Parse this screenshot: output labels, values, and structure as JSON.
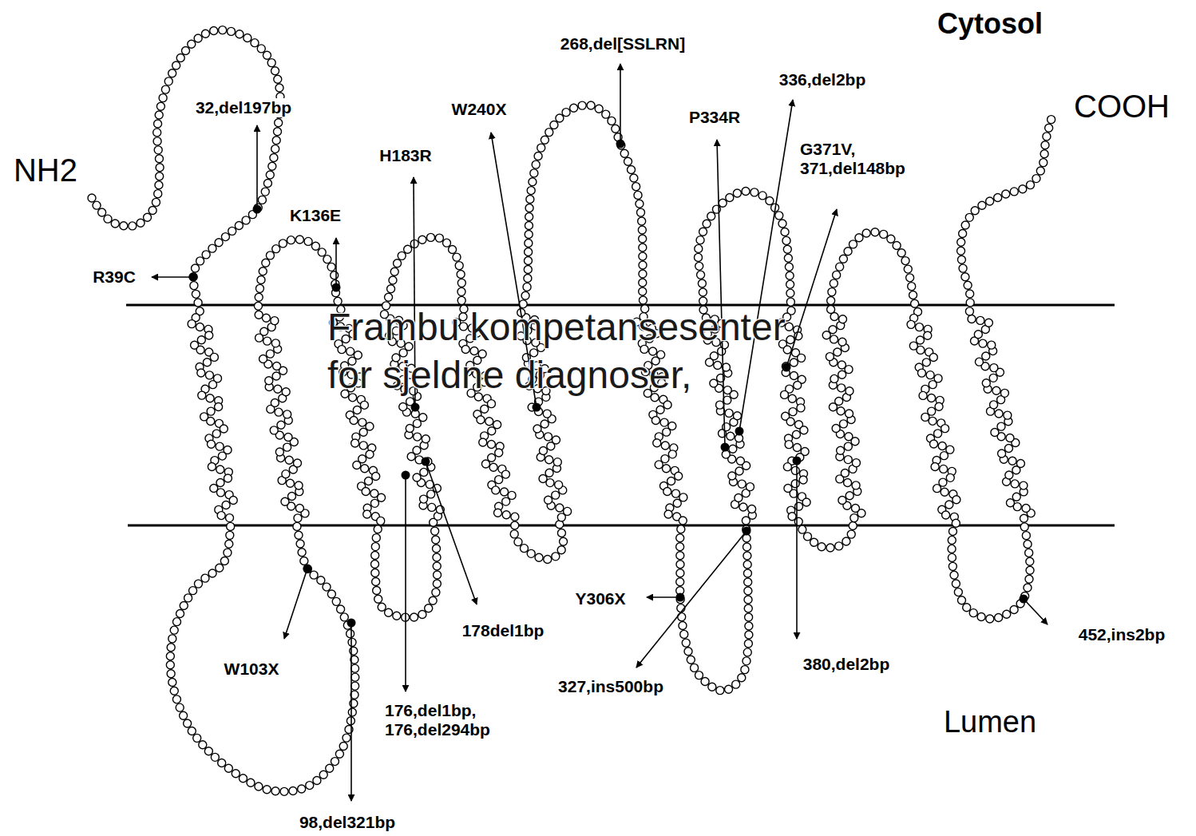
{
  "diagram": {
    "labels": [
      "Cytosol",
      "COOH",
      "NH2",
      "Lumen",
      "32,del197bp",
      "R39C",
      "K136E",
      "H183R",
      "W240X",
      "268,del[SSLRN]",
      "P334R",
      "336,del2bp",
      "G371V, 371,del148bp",
      "W103X",
      "98,del321bp",
      "176,del1bp, 176,del294bp",
      "178del1bp",
      "Y306X",
      "327,ins500bp",
      "380,del2bp",
      "452,ins2bp",
      "Frambu kompetansesenter for sjeldne diagnoser,"
    ]
  }
}
